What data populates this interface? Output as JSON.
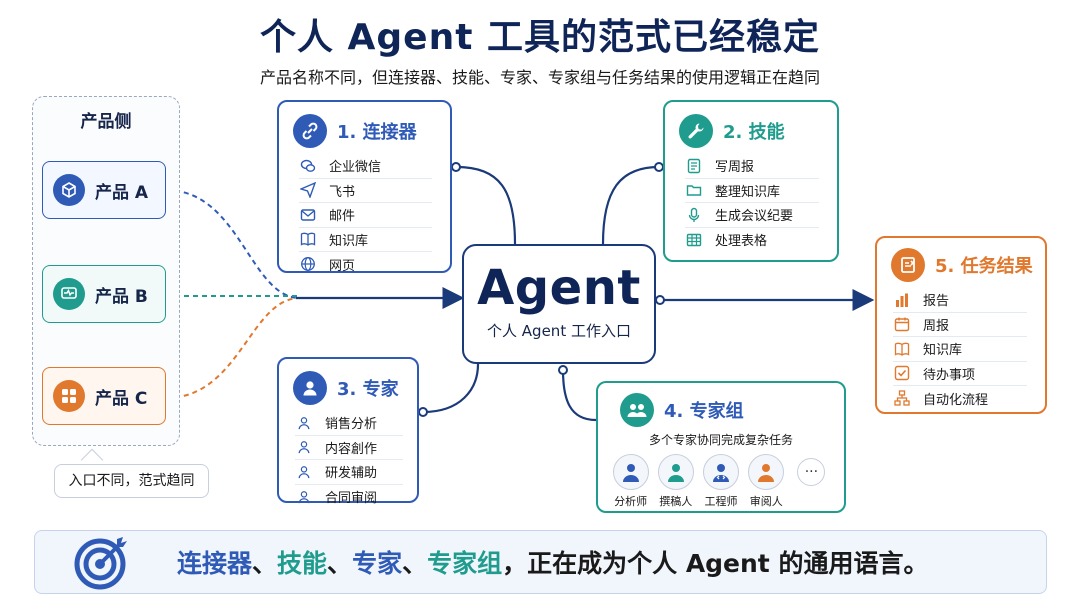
{
  "header": {
    "title": "个人 Agent 工具的范式已经稳定",
    "subtitle": "产品名称不同，但连接器、技能、专家、专家组与任务结果的使用逻辑正在趋同"
  },
  "products": {
    "title": "产品侧",
    "items": [
      {
        "label": "产品 A",
        "icon": "cube-icon",
        "color": "#2f5bb7"
      },
      {
        "label": "产品 B",
        "icon": "chat-pulse-icon",
        "color": "#1f9c8d"
      },
      {
        "label": "产品 C",
        "icon": "apps-grid-icon",
        "color": "#e0782e"
      }
    ],
    "note": "入口不同，范式趋同"
  },
  "agent": {
    "name": "Agent",
    "subtitle": "个人 Agent 工作入口"
  },
  "connectors": {
    "title": "1. 连接器",
    "items": [
      {
        "label": "企业微信",
        "icon": "wechat-icon"
      },
      {
        "label": "飞书",
        "icon": "paper-plane-icon"
      },
      {
        "label": "邮件",
        "icon": "mail-icon"
      },
      {
        "label": "知识库",
        "icon": "book-icon"
      },
      {
        "label": "网页",
        "icon": "globe-icon"
      }
    ]
  },
  "skills": {
    "title": "2. 技能",
    "items": [
      {
        "label": "写周报",
        "icon": "document-icon"
      },
      {
        "label": "整理知识库",
        "icon": "folder-icon"
      },
      {
        "label": "生成会议纪要",
        "icon": "microphone-icon"
      },
      {
        "label": "处理表格",
        "icon": "table-icon"
      }
    ]
  },
  "experts": {
    "title": "3. 专家",
    "items": [
      {
        "label": "销售分析",
        "icon": "person-icon"
      },
      {
        "label": "内容創作",
        "icon": "person-icon"
      },
      {
        "label": "研发辅助",
        "icon": "person-icon"
      },
      {
        "label": "合同审阅",
        "icon": "person-icon"
      }
    ]
  },
  "expert_group": {
    "title": "4. 专家组",
    "description": "多个专家协同完成复杂任务",
    "members": [
      {
        "label": "分析师",
        "color": "#2f5bb7"
      },
      {
        "label": "撰稿人",
        "color": "#1f9c8d"
      },
      {
        "label": "工程师",
        "color": "#2f5bb7"
      },
      {
        "label": "审阅人",
        "color": "#e0782e"
      }
    ],
    "more": "···"
  },
  "results": {
    "title": "5. 任务结果",
    "items": [
      {
        "label": "报告",
        "icon": "bar-chart-icon"
      },
      {
        "label": "周报",
        "icon": "calendar-icon"
      },
      {
        "label": "知识库",
        "icon": "book-icon"
      },
      {
        "label": "待办事项",
        "icon": "checkbox-icon"
      },
      {
        "label": "自动化流程",
        "icon": "flow-icon"
      }
    ]
  },
  "bottom": {
    "kw1": "连接器",
    "sep1": "、",
    "kw2": "技能",
    "sep2": "、",
    "kw3": "专家",
    "sep3": "、",
    "kw4": "专家组",
    "rest": "，正在成为个人 Agent 的通用语言。"
  },
  "colors": {
    "navy": "#0f2557",
    "blue": "#2f5bb7",
    "teal": "#1f9c8d",
    "orange": "#e0782e"
  }
}
